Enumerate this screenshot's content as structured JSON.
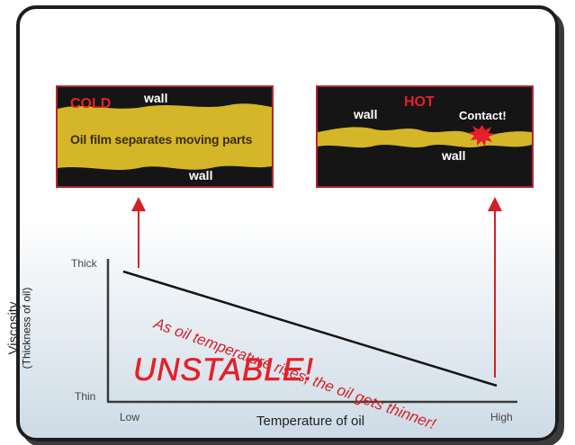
{
  "cold_panel": {
    "state_label": "COLD",
    "top_wall": "wall",
    "bottom_wall": "wall",
    "film_label": "Oil film separates moving parts"
  },
  "hot_panel": {
    "state_label": "HOT",
    "wall_left": "wall",
    "wall_bottom": "wall",
    "contact_label": "Contact!"
  },
  "graph": {
    "y_axis_title": "Viscosity",
    "y_axis_subtitle": "(Thickness of oil)",
    "y_high": "Thick",
    "y_low": "Thin",
    "x_axis_title": "Temperature of oil",
    "x_low": "Low",
    "x_high": "High",
    "trend_annotation": "As oil temperature rises, the oil gets thinner!",
    "status": "UNSTABLE!"
  },
  "colors": {
    "accent_red": "#e5202a",
    "oil_gold": "#d4b628",
    "panel_bg": "#151515",
    "frame": "#1d1d1d"
  }
}
